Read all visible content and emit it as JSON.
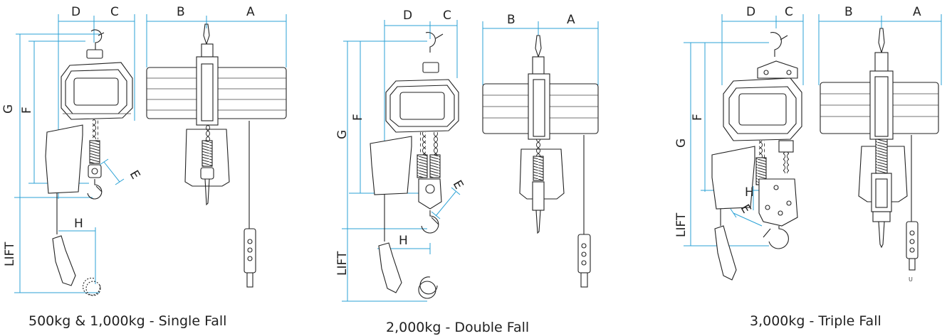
{
  "captions": {
    "single": "500kg & 1,000kg - Single Fall",
    "double": "2,000kg - Double Fall",
    "triple": "3,000kg - Triple Fall"
  },
  "dims": {
    "a": "A",
    "b": "B",
    "c": "C",
    "d": "D",
    "e": "E",
    "f": "F",
    "g": "G",
    "h": "H",
    "lift": "LIFT"
  },
  "pendant_mark": "U",
  "colors": {
    "dimension": "#2ba2d6",
    "line": "#222222"
  }
}
